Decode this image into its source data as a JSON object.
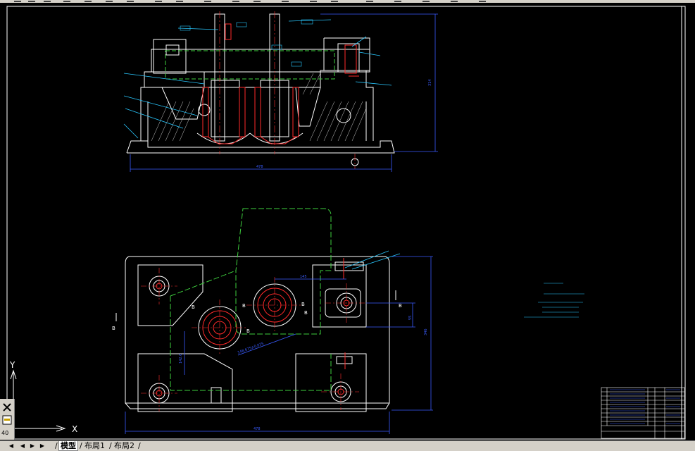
{
  "colors": {
    "background": "#000000",
    "frame": "#ffffff",
    "cut": "#ff2a2a",
    "dimension": "#3a5cff",
    "centerline": "#ff3030",
    "phantom": "#3ecf3e",
    "annotation": "#29c8ff",
    "note_text": "#29c8ff"
  },
  "canvas": {
    "dims": {
      "front_width": "478",
      "front_height": "314",
      "plan_width": "478",
      "plan_height": "346",
      "x_145": "145",
      "diag_bore": "148.675±0.025",
      "left_vert": "142.6",
      "right_vert": "55"
    },
    "section_marks": {
      "b1": "B",
      "b2": "B",
      "b3": "B",
      "b4": "B",
      "b5": "B",
      "b6": "B",
      "b7": "B"
    },
    "ucs": {
      "x_label": "X",
      "y_label": "Y"
    }
  },
  "tabs": {
    "model": "模型",
    "layout1": "布局1",
    "layout2": "布局2",
    "separator": "/"
  },
  "left_toolbar": {
    "icons": [
      "close-icon",
      "model-icon"
    ],
    "coord_hint": "40"
  }
}
